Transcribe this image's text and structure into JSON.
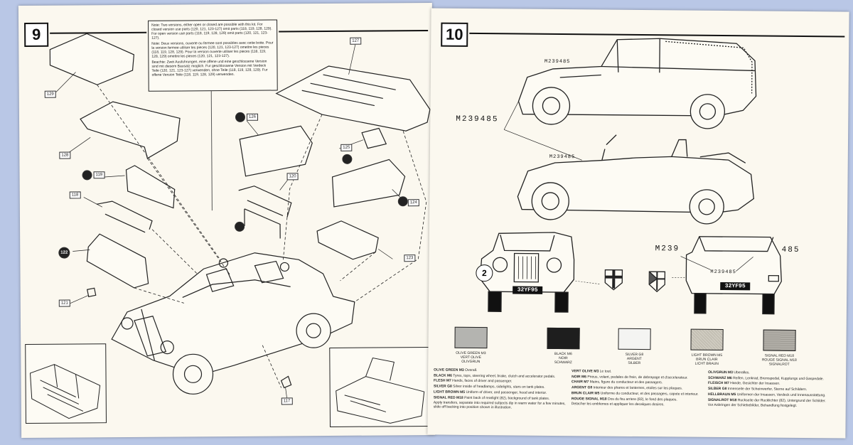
{
  "left_page": {
    "step_number": "9",
    "note": [
      {
        "lang": "en",
        "text": "Note: Two versions, either open or closed are possible with this kit. For closed version use parts (120, 121, 123-127) omit parts (118, 119, 128, 129). For open version use parts (118, 119, 128, 129) omit parts (120, 121, 123-127)."
      },
      {
        "lang": "fr",
        "text": "Note: Deux versions, ouverte ou fermee sont possibles avec cette boite. Pour la version fermee utiliser les pieces (120, 121, 123-127) omettre les pieces (118, 119, 128, 129). Pour la version ouverte utiliser les pieces (118, 119, 128, 129) omettre les pieces (120, 121, 123-127)."
      },
      {
        "lang": "de",
        "text": "Beachte: Zwei Ausfuhrungen, eine offene und eine geschlossene Version sind mit diesem Bausatz moglich. Fur geschlossene Version mit Verdeck Teile (120, 121, 123-127) verwenden, ohne Teile (118, 119, 128, 129). Fur offene Version Teile (118, 119, 128, 129) verwenden."
      }
    ],
    "callouts": [
      "129",
      "128",
      "127",
      "126",
      "125",
      "124",
      "123",
      "122",
      "121",
      "120",
      "119",
      "118",
      "117"
    ]
  },
  "right_page": {
    "step_number": "10",
    "serial_side": "M239485",
    "serial_rear_left": "M239",
    "serial_rear_right": "485",
    "front_number": "2",
    "front_plate": "32YF95",
    "rear_plate": "32YF95",
    "swatches": [
      {
        "label": "OLIVE GREEN M3\nVERT OLIVE\nOLIVGRUN",
        "color": "#b4b4b0"
      },
      {
        "label": "BLACK M6\nNOIR\nSCHWARZ",
        "color": "#1e1e1e"
      },
      {
        "label": "SILVER G8\nARGENT\nSILBER",
        "color": "#f4f4f2"
      },
      {
        "label": "LIGHT BROWN M5\nBRUN CLAIR\nLICHT BRAUN",
        "color": "#c6c2b6"
      },
      {
        "label": "SIGNAL RED M18\nROUGE SIGNAL M18\nSIGNALROT",
        "color": "#a8a59e"
      }
    ],
    "legend_en": [
      {
        "name": "OLIVE GREEN",
        "code": "M3",
        "desc": "Overall."
      },
      {
        "name": "BLACK",
        "code": "M6",
        "desc": "Tyres, tops, steering wheel, brake, clutch and accelerator pedals."
      },
      {
        "name": "FLESH",
        "code": "M7",
        "desc": "Hands, faces of driver and passenger."
      },
      {
        "name": "SILVER",
        "code": "G8",
        "desc": "Silver inside of headlamps, sidelights, stars on tank plates."
      },
      {
        "name": "LIGHT BROWN",
        "code": "M5",
        "desc": "Uniform of driver, and passenger, hood and interior."
      },
      {
        "name": "SIGNAL RED",
        "code": "M18",
        "desc": "Paint back of rearlight (82), background of tank plates."
      }
    ],
    "legend_en_note": "Apply transfers, separate into required subjects dip in warm water for a few minutes, slide off backing into position shown in illustration.",
    "legend_fr": [
      {
        "name": "VERT OLIVE",
        "code": "M3",
        "desc": "Le tout."
      },
      {
        "name": "NOIR",
        "code": "M6",
        "desc": "Pneus, volant, pedales de frein, de debrayage et d'accelerateur."
      },
      {
        "name": "CHAIR",
        "code": "M7",
        "desc": "Mains, figure du conducteur et des passagers."
      },
      {
        "name": "ARGENT",
        "code": "G8",
        "desc": "Interieur des phares et lanternes, etoiles sur les plaques."
      },
      {
        "name": "BRUN CLAIR",
        "code": "M5",
        "desc": "Uniforme du conducteur, et des passagers, capote et interieur."
      },
      {
        "name": "ROUGE SIGNAL",
        "code": "M18",
        "desc": "Dos du feu arriere (82), le fond des plaques."
      }
    ],
    "legend_fr_note": "Detacher les emblemes et appliquer les decalques desires.",
    "legend_de": [
      {
        "name": "OLIVGRUN",
        "code": "M3",
        "desc": "Uberalles."
      },
      {
        "name": "SCHWARZ",
        "code": "M6",
        "desc": "Reifen, Lenkrad, Bremspedal, Kupplungs und Gaspedale."
      },
      {
        "name": "FLEISCH",
        "code": "M7",
        "desc": "Hande, Gesichter der Insassen."
      },
      {
        "name": "SILBER",
        "code": "G8",
        "desc": "Innenseite der Scheinwerfer, Sterne auf Schildern."
      },
      {
        "name": "HELLBRAUN",
        "code": "M5",
        "desc": "Uniformen der Insassen, Verdeck und Innenausstattung."
      },
      {
        "name": "SIGNALROT",
        "code": "M18",
        "desc": "Ruckseite der Rucklichter (82), Untergrund der Schilder."
      }
    ],
    "legend_de_note": "Vor Anbringen der Schiebebilder, Behandlung festgelegt."
  }
}
